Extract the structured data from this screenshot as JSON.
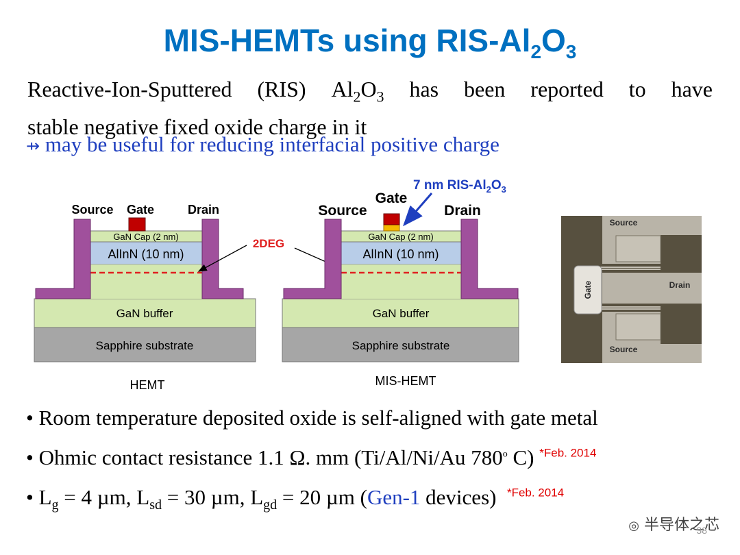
{
  "slide": {
    "title_main": "MIS-HEMTs using RIS-Al",
    "title_sub2": "2",
    "title_o": "O",
    "title_sub3": "3",
    "intro_words": [
      "Reactive-Ion-Sputtered",
      "(RIS)",
      "Al",
      "2",
      "O",
      "3",
      "has",
      "been",
      "reported",
      "to",
      "have"
    ],
    "intro_line2": "stable negative fixed oxide charge in it",
    "arrow_symbol": "⇸",
    "arrow_text": "may be useful for reducing interfacial positive charge",
    "page_number": "38",
    "watermark": "半导体之芯"
  },
  "diagram_hemt": {
    "source": "Source",
    "gate": "Gate",
    "drain": "Drain",
    "cap": "GaN Cap (2 nm)",
    "barrier": "AlInN (10 nm)",
    "buffer": "GaN buffer",
    "substrate": "Sapphire substrate",
    "caption": "HEMT"
  },
  "diagram_mis": {
    "source": "Source",
    "gate": "Gate",
    "drain": "Drain",
    "cap": "GaN Cap (2 nm)",
    "barrier": "AlInN (10 nm)",
    "buffer": "GaN buffer",
    "substrate": "Sapphire substrate",
    "caption": "MIS-HEMT",
    "oxide_label_pre": "7 nm RIS-Al",
    "oxide_sub2": "2",
    "oxide_o": "O",
    "oxide_sub3": "3"
  },
  "twodeg_label": "2DEG",
  "micrograph": {
    "source_top": "Source",
    "gate": "Gate",
    "drain": "Drain",
    "source_bottom": "Source"
  },
  "bullets": {
    "b1": "Room temperature deposited oxide is self-aligned with gate metal",
    "b2_text": "Ohmic contact resistance 1.1  Ω. mm (Ti/Al/Ni/Au 780",
    "b2_sup": "o",
    "b2_end": " C)",
    "b2_note": "*Feb. 2014",
    "b3_L": "L",
    "b3_g": "g",
    "b3_eq1": " = 4 µm, L",
    "b3_sd": "sd",
    "b3_eq2": " = 30 µm, L",
    "b3_gd": "gd",
    "b3_eq3": " = 20 µm (",
    "b3_gen": "Gen-1",
    "b3_end": " devices)",
    "b3_note": "*Feb. 2014",
    "bullet_symbol": "•"
  },
  "colors": {
    "title": "#0070c0",
    "link_blue": "#1f3fbf",
    "metal": "#a0509c",
    "gate": "#c00000",
    "oxide": "#f5b800",
    "cap": "#d4e8b0",
    "barrier": "#b8cde8",
    "buffer": "#d4e8b0",
    "substrate": "#a6a6a6",
    "deg": "#e02020"
  }
}
